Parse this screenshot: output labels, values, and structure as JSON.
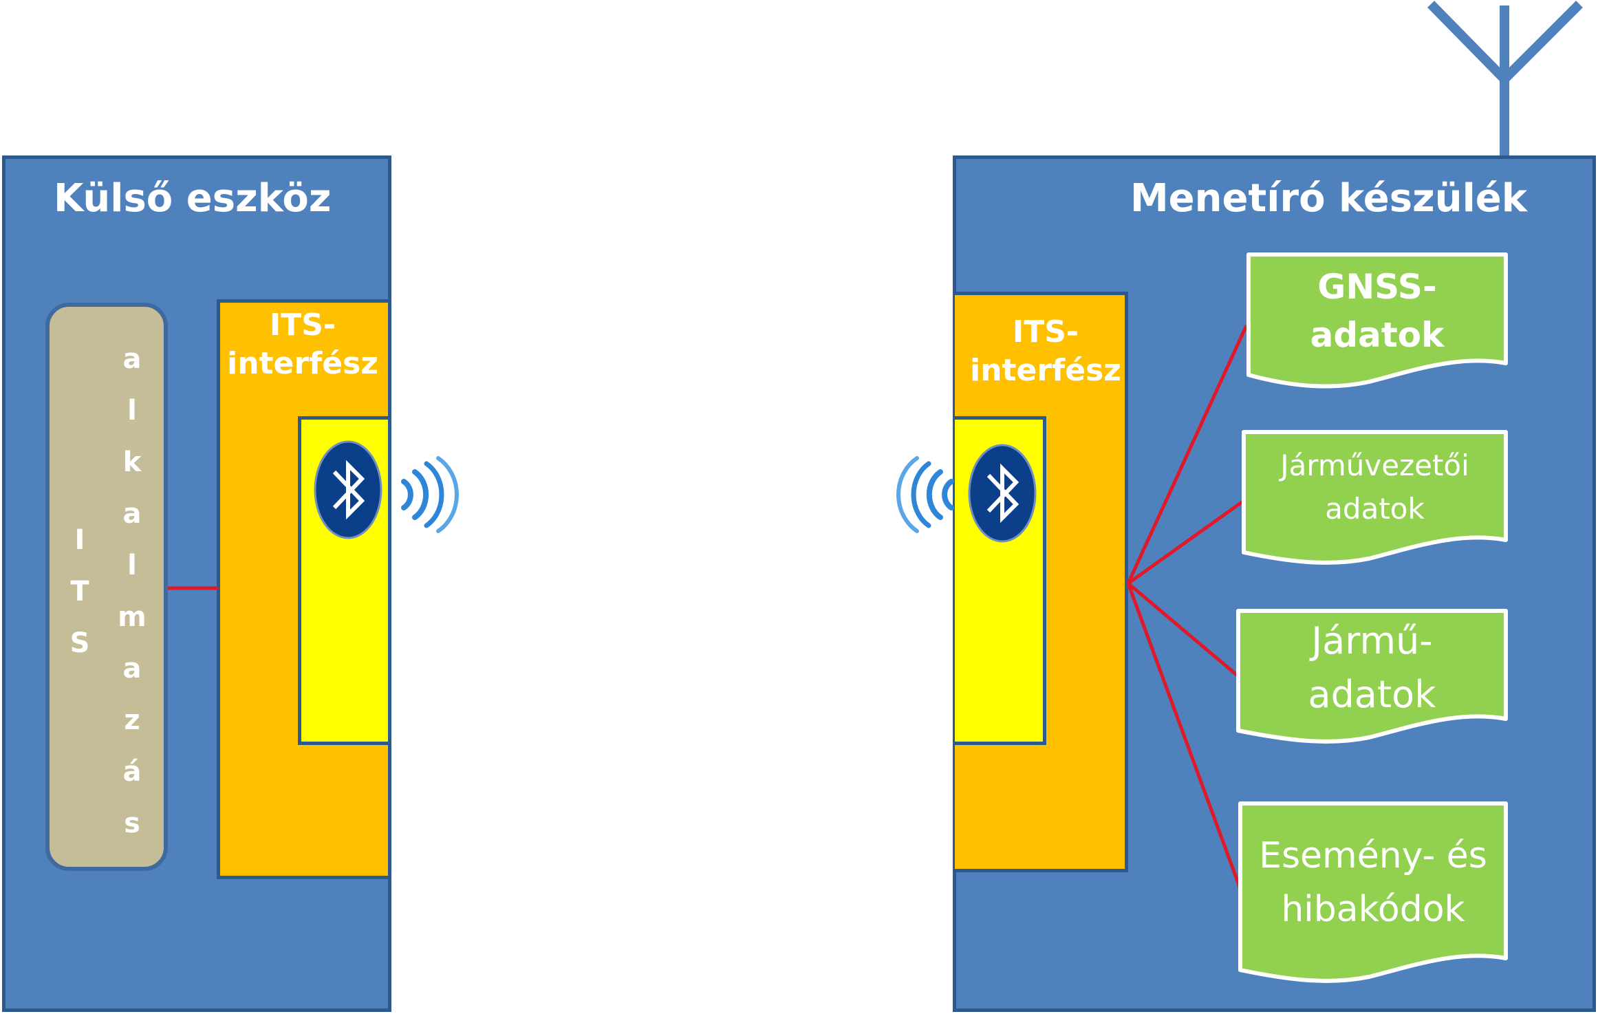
{
  "external_device": {
    "title": "Külső eszköz"
  },
  "its_application": {
    "column1": [
      "I",
      "T",
      "S"
    ],
    "column2": [
      "a",
      "l",
      "k",
      "a",
      "l",
      "m",
      "a",
      "z",
      "á",
      "s"
    ]
  },
  "its_interface_left": {
    "line1": "ITS-",
    "line2": "interfész"
  },
  "its_interface_right": {
    "line1": "ITS-",
    "line2": "interfész"
  },
  "tachograph": {
    "title": "Menetíró készülék"
  },
  "data_blocks": [
    {
      "line1": "GNSS-",
      "line2": "adatok"
    },
    {
      "line1": "Járművezetői",
      "line2": "adatok"
    },
    {
      "line1": "Jármű-",
      "line2": "adatok"
    },
    {
      "line1": "Esemény- és",
      "line2": "hibakódok"
    }
  ],
  "colors": {
    "device_blue": "#4f81bd",
    "border_blue": "#2c5a8f",
    "interface_orange": "#ffc000",
    "bluetooth_yellow": "#ffff00",
    "application_tan": "#c4bd97",
    "data_green": "#92d050",
    "link_red": "#e0182a",
    "bluetooth_badge": "#0b3f8a",
    "wave_blue": "#2e86d8"
  },
  "icons": [
    "bluetooth-icon",
    "wireless-signal-icon",
    "antenna-icon"
  ]
}
